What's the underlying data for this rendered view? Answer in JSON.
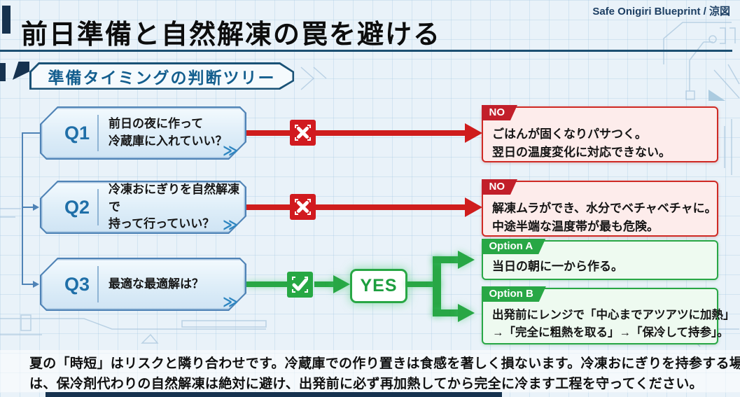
{
  "header": {
    "title": "前日準備と自然解凍の罠を避ける",
    "brand": "Safe Onigiri Blueprint / 涼図"
  },
  "section": {
    "title": "準備タイミングの判断ツリー"
  },
  "flow": {
    "chevron": "≫",
    "questions": [
      {
        "id": "Q1",
        "line1": "前日の夜に作って",
        "line2": "冷蔵庫に入れていい？"
      },
      {
        "id": "Q2",
        "line1": "冷凍おにぎりを自然解凍で",
        "line2": "持って行っていい？"
      },
      {
        "id": "Q3",
        "line1": "最適な最適解は？",
        "line2": ""
      }
    ],
    "results_no": [
      {
        "tag": "NO",
        "line1": "ごはんが固くなりパサつく。",
        "line2": "翌日の温度変化に対応できない。"
      },
      {
        "tag": "NO",
        "line1": "解凍ムラができ、水分でベチャベチャに。",
        "line2": "中途半端な温度帯が最も危険。"
      }
    ],
    "yes_label": "YES",
    "options": [
      {
        "tag": "Option A",
        "line1": "当日の朝に一から作る。",
        "line2": ""
      },
      {
        "tag": "Option B",
        "line1": "出発前にレンジで「中心までアツアツに加熱」",
        "line2": "→「完全に粗熱を取る」→「保冷して持参」。"
      }
    ]
  },
  "footer": {
    "line1": "夏の「時短」はリスクと隣り合わせです。冷蔵庫での作り置きは食感を著しく損ないます。冷凍おにぎりを持参する場合",
    "line2": "は、保冷剤代わりの自然解凍は絶対に避け、出発前に必ず再加熱してから完全に冷ます工程を守ってください。"
  },
  "colors": {
    "navy": "#16324f",
    "rule": "#1b4f72",
    "blue_border": "#4f83b6",
    "blue_text": "#1f6fa8",
    "red_line": "#cf1d1d",
    "red_tag": "#c21f2a",
    "red_panel": "#fdeceb",
    "green": "#28a745",
    "green_panel": "#eefaf0",
    "background": "#e9f2f9"
  }
}
